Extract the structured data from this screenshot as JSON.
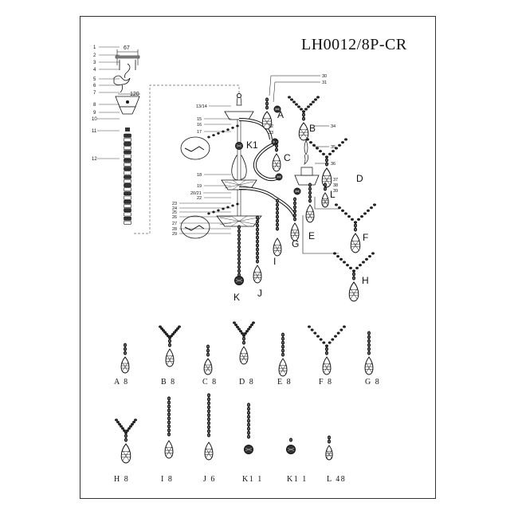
{
  "title": "LH0012/8P-CR",
  "diagram": {
    "parts_numbers": [
      "1",
      "2",
      "3",
      "4",
      "5",
      "6",
      "7",
      "8",
      "9",
      "10",
      "11",
      "12",
      "13/14",
      "15",
      "16",
      "17",
      "18",
      "19",
      "20/21",
      "22",
      "23",
      "24",
      "25",
      "26",
      "27",
      "28",
      "29",
      "30",
      "31",
      "32",
      "33",
      "34",
      "35",
      "36",
      "37",
      "38",
      "39"
    ],
    "dimension_67": "67",
    "dimension_120": "120",
    "letters": [
      "A",
      "B",
      "C",
      "D",
      "E",
      "F",
      "G",
      "H",
      "I",
      "J",
      "K",
      "K1",
      "L"
    ]
  },
  "legend": {
    "row1": [
      "A 8",
      "B 8",
      "C 8",
      "D 8",
      "E 8",
      "F 8",
      "G 8"
    ],
    "row2": [
      "H 8",
      "I 8",
      "J 6",
      "K1 1",
      "K1 1",
      "L 48"
    ]
  },
  "colors": {
    "ink": "#111111",
    "dash": "#666666"
  }
}
